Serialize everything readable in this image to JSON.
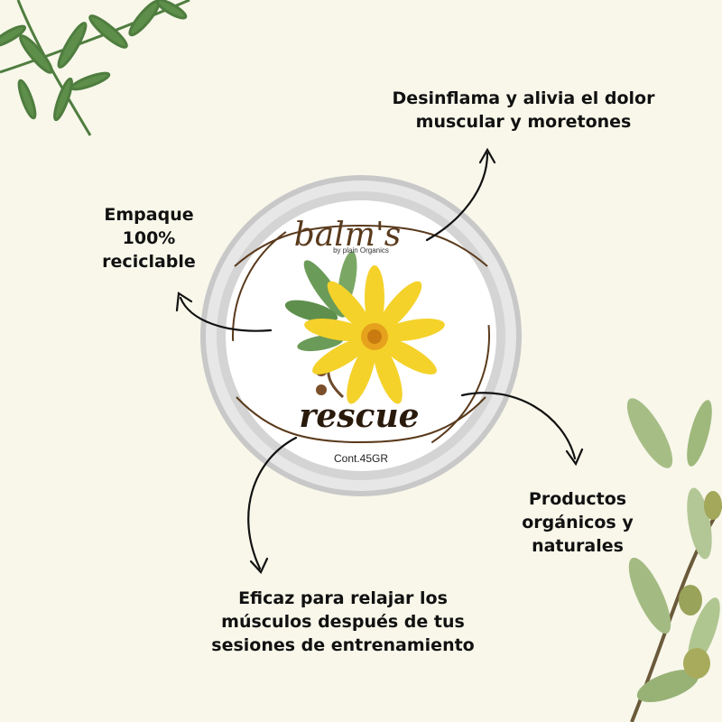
{
  "lid": {
    "brand": "balm's",
    "sub_brand": "by plain Organics",
    "product_name": "rescue",
    "content": "Cont.45GR"
  },
  "callouts": {
    "top": "Desinflama y alivia el dolor\nmuscular y moretones",
    "left": "Empaque\n100%\nreciclable",
    "right": "Productos\norgánicos y\nnaturales",
    "bottom": "Eficaz para relajar los\nmúsculos después de tus\nsesiones de entrenamiento"
  },
  "colors": {
    "background": "#f8f7ea",
    "lid_ring": "#d9d9d9",
    "label_brown": "#5a3a1c",
    "flower_yellow": "#f4d22a",
    "leaf_green": "#6b9b58"
  }
}
